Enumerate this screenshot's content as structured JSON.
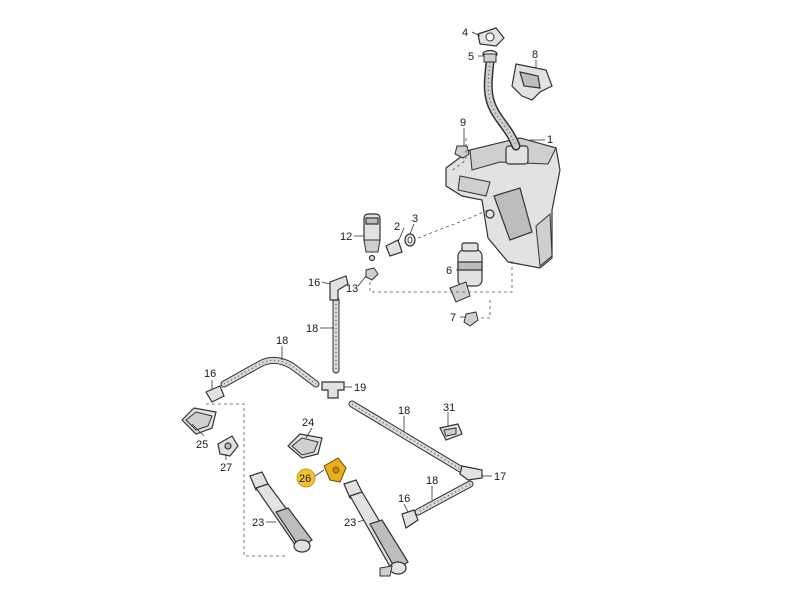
{
  "callouts": {
    "c1": "1",
    "c2": "2",
    "c3": "3",
    "c4": "4",
    "c5": "5",
    "c6": "6",
    "c7": "7",
    "c8": "8",
    "c9": "9",
    "c12": "12",
    "c13": "13",
    "c16a": "16",
    "c16b": "16",
    "c16c": "16",
    "c17": "17",
    "c18a": "18",
    "c18b": "18",
    "c18c": "18",
    "c18d": "18",
    "c19": "19",
    "c23a": "23",
    "c23b": "23",
    "c24": "24",
    "c25": "25",
    "c26": "26",
    "c27": "27",
    "c31": "31"
  },
  "colors": {
    "highlight": "#f2c230",
    "highlight_part": "#e8b020"
  }
}
